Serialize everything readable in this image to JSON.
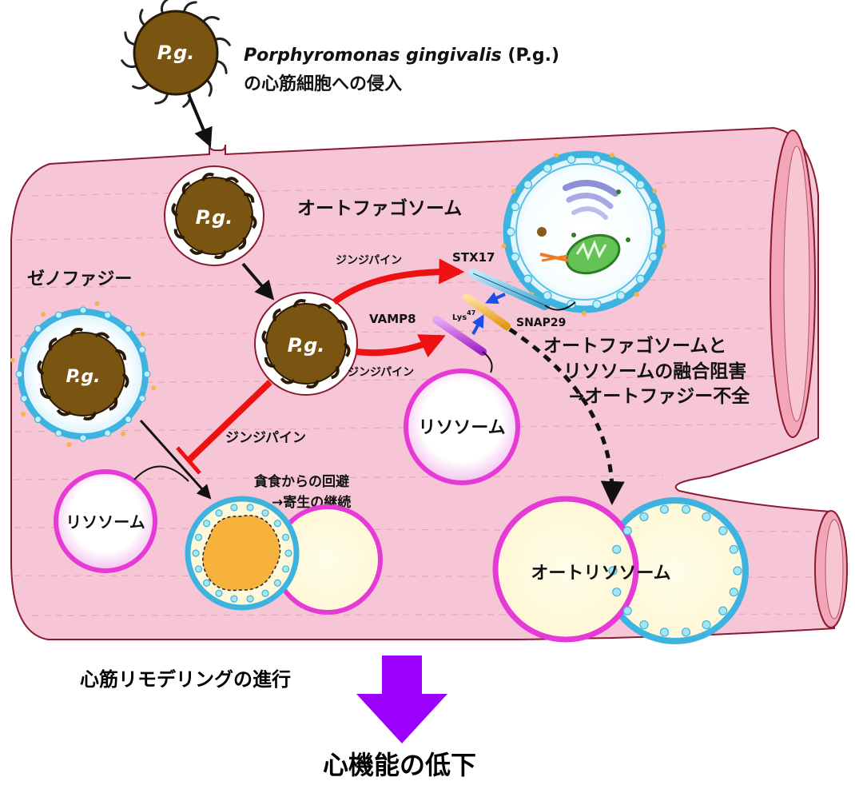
{
  "title_line1_italic": "Porphyromonas gingivalis",
  "title_line1_paren": "(P.g.)",
  "title_line2": "の心筋細胞への侵入",
  "pg_label": "P.g.",
  "labels": {
    "autophagosome": "オートファゴソーム",
    "xenophagy": "ゼノファジー",
    "gingipain": "ジンジパイン",
    "stx17": "STX17",
    "vamp8": "VAMP8",
    "snap29": "SNAP29",
    "lys": "Lys",
    "lys_sup": "47",
    "lysosome": "リソソーム",
    "autolysosome": "オートリソソーム"
  },
  "fusion_block": {
    "line1": "オートファゴソームと",
    "line2": "リソソームの融合阻害",
    "line3": "→オートファジー不全"
  },
  "evasion": {
    "line1": "貪食からの回避",
    "line2": "→寄生の継続"
  },
  "remodeling": "心筋リモデリングの進行",
  "outcome": "心機能の低下",
  "colors": {
    "cell_fill": "#f7c6d6",
    "cell_stroke": "#8a1a2e",
    "bacterium": "#7a5512",
    "membrane_blue": "#3fb3df",
    "lysosome_pink": "#e63ad6",
    "inhibit_red": "#ee1111",
    "arrow_purple": "#9b00ff",
    "vesicle_fill": "#fffbe2"
  }
}
